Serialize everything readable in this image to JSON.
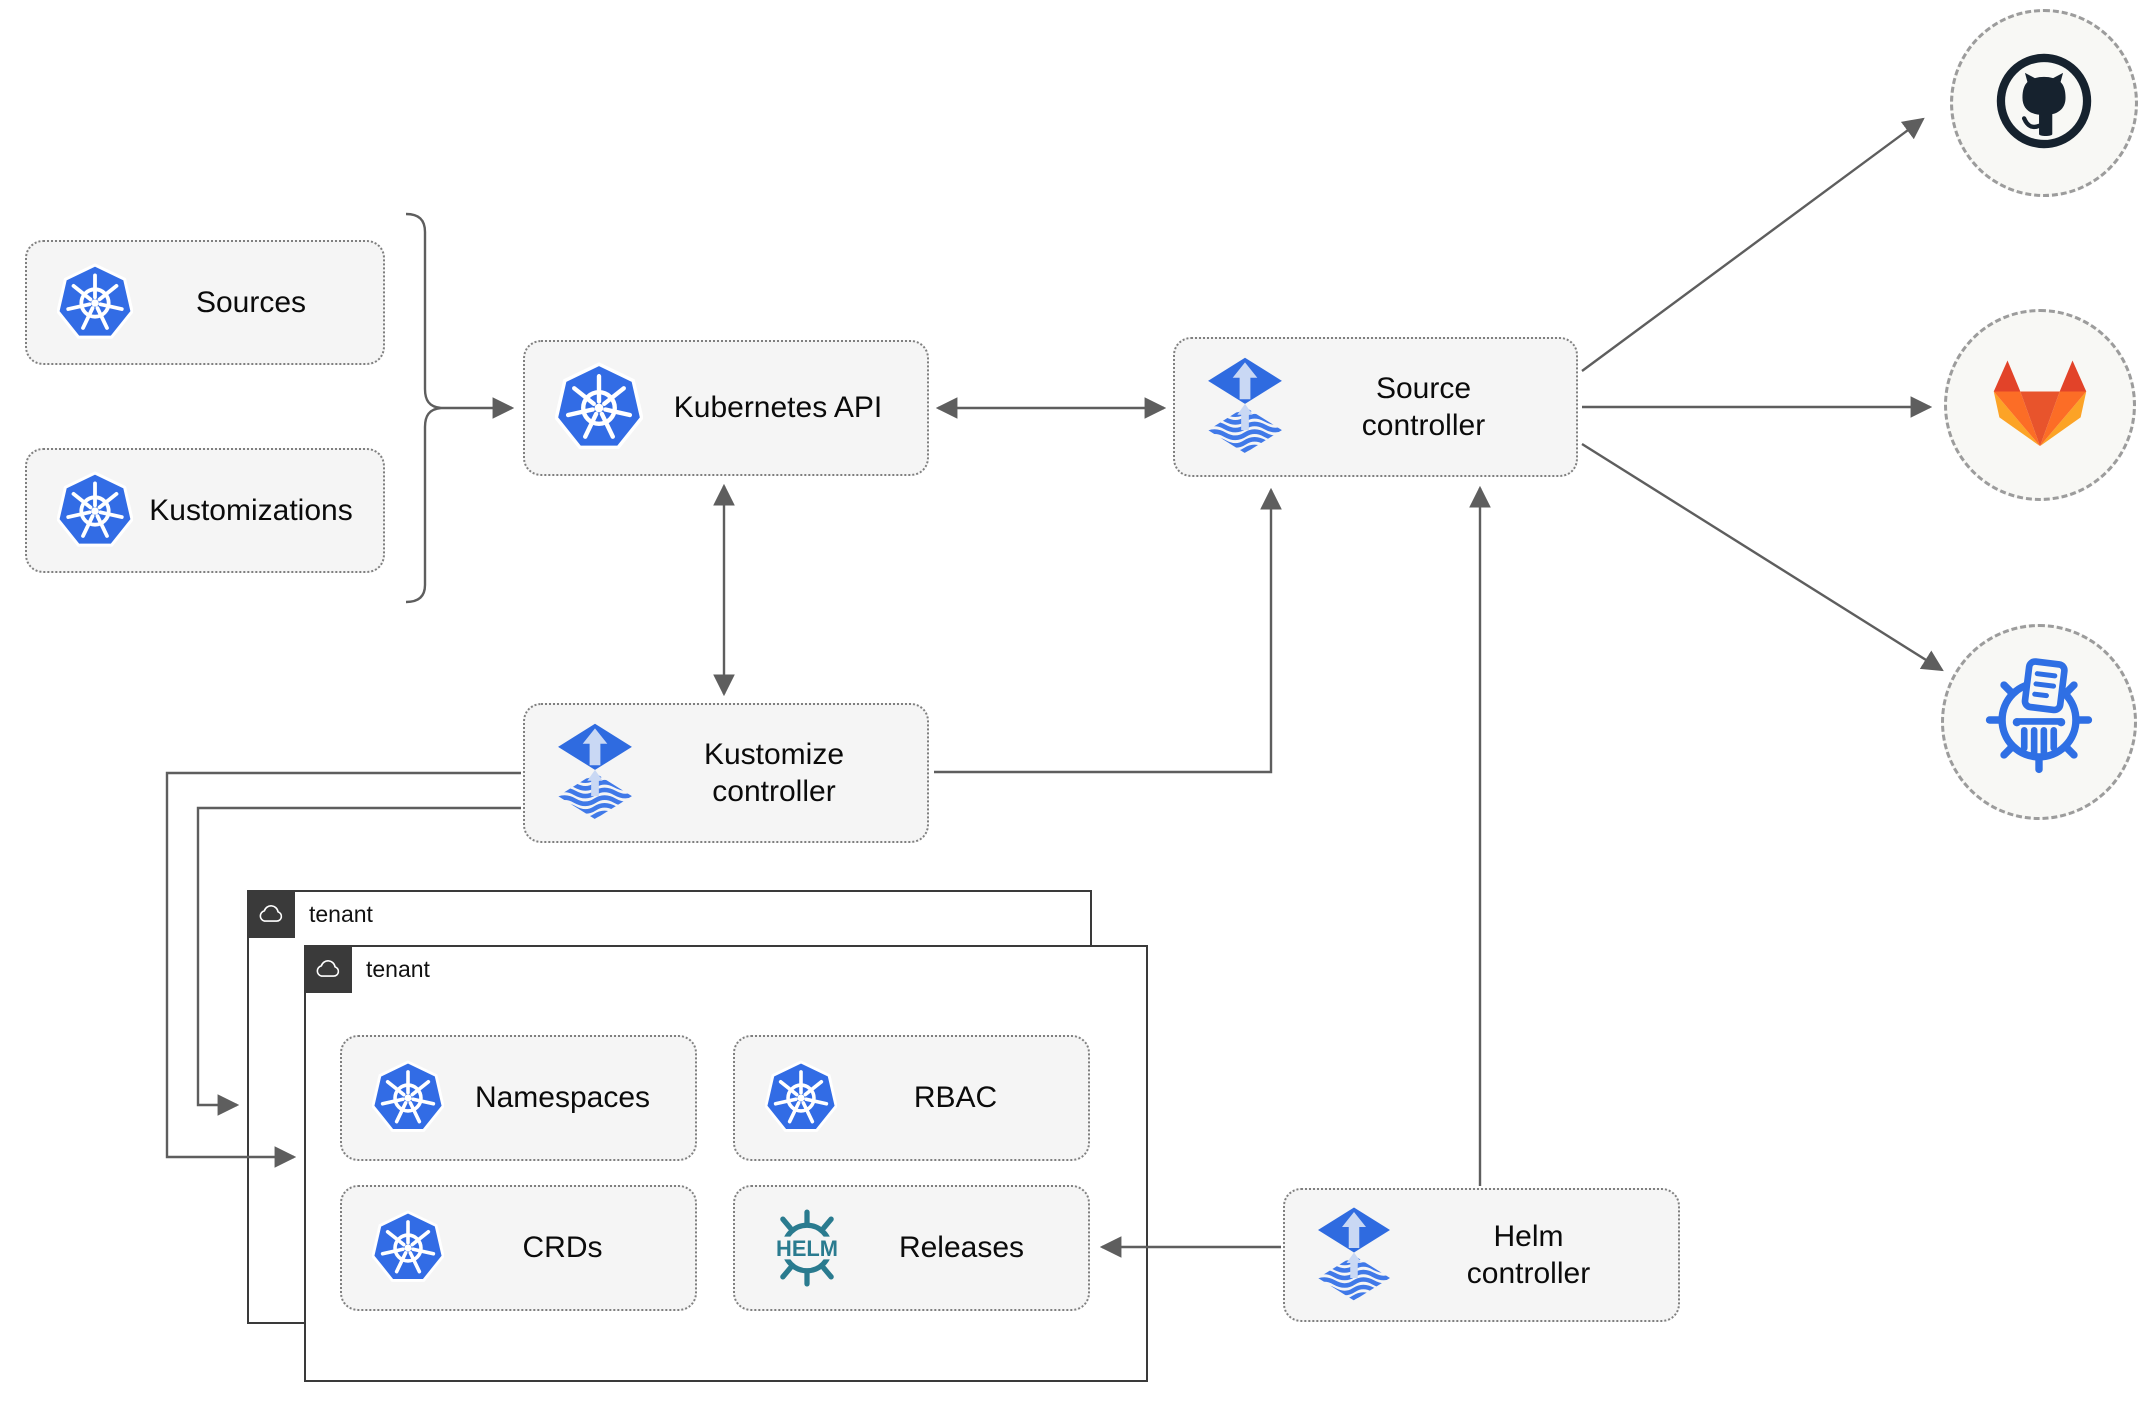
{
  "nodes": {
    "sources": {
      "label": "Sources",
      "icon": "kubernetes"
    },
    "kustomizations": {
      "label": "Kustomizations",
      "icon": "kubernetes"
    },
    "kubernetes_api": {
      "label": "Kubernetes API",
      "icon": "kubernetes"
    },
    "source_controller": {
      "label": "Source\ncontroller",
      "icon": "flux"
    },
    "kustomize_controller": {
      "label": "Kustomize\ncontroller",
      "icon": "flux"
    },
    "helm_controller": {
      "label": "Helm\ncontroller",
      "icon": "flux"
    },
    "namespaces": {
      "label": "Namespaces",
      "icon": "kubernetes"
    },
    "rbac": {
      "label": "RBAC",
      "icon": "kubernetes"
    },
    "crds": {
      "label": "CRDs",
      "icon": "kubernetes"
    },
    "releases": {
      "label": "Releases",
      "icon": "helm"
    }
  },
  "tenants": {
    "outer": {
      "label": "tenant",
      "icon": "cloud"
    },
    "inner": {
      "label": "tenant",
      "icon": "cloud"
    }
  },
  "externals": {
    "github": {
      "icon": "github-logo"
    },
    "gitlab": {
      "icon": "gitlab-logo"
    },
    "helm_repository": {
      "icon": "chartmuseum-logo"
    }
  },
  "icons": {
    "helm_wordmark": "HELM"
  },
  "edges": [
    {
      "from": "sources & kustomizations",
      "to": "kubernetes_api",
      "style": "arrow"
    },
    {
      "from": "kubernetes_api",
      "to": "source_controller",
      "style": "bidirectional"
    },
    {
      "from": "kubernetes_api",
      "to": "kustomize_controller",
      "style": "bidirectional"
    },
    {
      "from": "kustomize_controller",
      "to": "source_controller",
      "style": "arrow"
    },
    {
      "from": "kustomize_controller",
      "to": "tenant_outer",
      "style": "arrow"
    },
    {
      "from": "kustomize_controller",
      "to": "tenant_inner",
      "style": "arrow"
    },
    {
      "from": "helm_controller",
      "to": "source_controller",
      "style": "arrow"
    },
    {
      "from": "helm_controller",
      "to": "releases",
      "style": "arrow"
    },
    {
      "from": "source_controller",
      "to": "github",
      "style": "arrow"
    },
    {
      "from": "source_controller",
      "to": "gitlab",
      "style": "arrow"
    },
    {
      "from": "source_controller",
      "to": "helm_repository",
      "style": "arrow"
    }
  ],
  "colors": {
    "kubernetes_blue": "#326ce5",
    "flux_blue": "#2f6be0",
    "flux_light": "#c9d8f4",
    "helm_teal": "#2a7b8f",
    "github_dark": "#16222e",
    "gitlab_red": "#e24329",
    "gitlab_orange": "#fc6d26",
    "gitlab_yellow": "#fca326",
    "chartmuseum_blue": "#2f6fe4",
    "arrow_gray": "#5e5e5e",
    "node_background": "#f5f5f5",
    "tenant_border": "#3a3a3a"
  }
}
